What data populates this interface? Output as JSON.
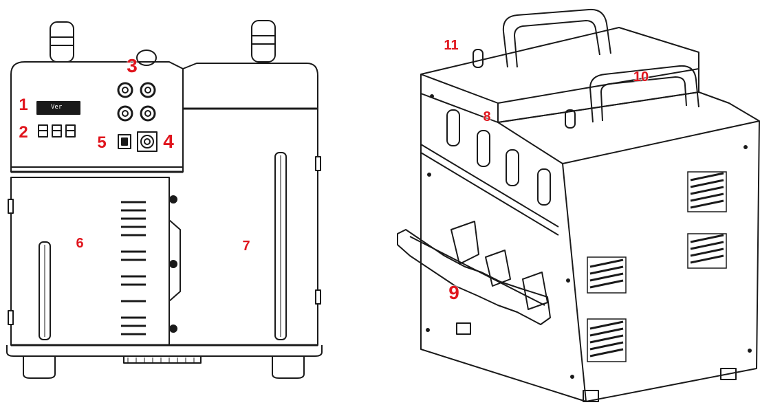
{
  "front_view": {
    "display_readout": "Ver"
  },
  "callouts": [
    {
      "id": "callout-1",
      "label": "1"
    },
    {
      "id": "callout-2",
      "label": "2"
    },
    {
      "id": "callout-3",
      "label": "3"
    },
    {
      "id": "callout-4",
      "label": "4"
    },
    {
      "id": "callout-5",
      "label": "5"
    },
    {
      "id": "callout-6",
      "label": "6"
    },
    {
      "id": "callout-7",
      "label": "7"
    },
    {
      "id": "callout-8",
      "label": "8"
    },
    {
      "id": "callout-9",
      "label": "9"
    },
    {
      "id": "callout-10",
      "label": "10"
    },
    {
      "id": "callout-11",
      "label": "11"
    }
  ],
  "colors": {
    "line": "#1a1a1a",
    "callout": "#e0151d",
    "background": "#ffffff"
  }
}
